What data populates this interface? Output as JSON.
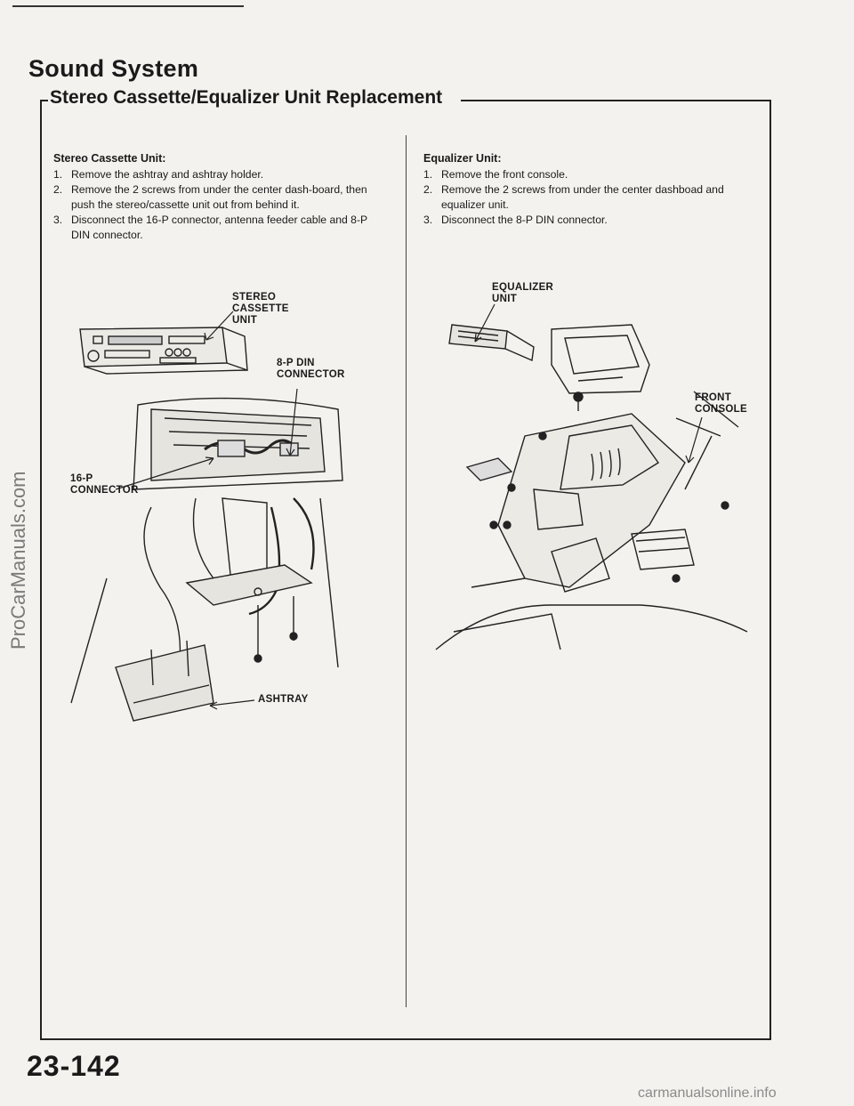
{
  "header": {
    "section_title": "Sound System",
    "procedure_title": "Stereo Cassette/Equalizer Unit Replacement"
  },
  "left_column": {
    "heading": "Stereo Cassette Unit:",
    "steps": [
      {
        "num": "1.",
        "text": "Remove the ashtray and ashtray holder."
      },
      {
        "num": "2.",
        "text": "Remove the 2 screws from under the center dash-board, then push the stereo/cassette unit out from behind it."
      },
      {
        "num": "3.",
        "text": "Disconnect the 16-P connector, antenna feeder cable and 8-P DIN connector."
      }
    ],
    "callouts": {
      "stereo_cassette_unit": "STEREO\nCASSETTE\nUNIT",
      "din_connector": "8-P DIN\nCONNECTOR",
      "sixteen_p_connector": "16-P\nCONNECTOR",
      "ashtray": "ASHTRAY"
    }
  },
  "right_column": {
    "heading": "Equalizer Unit:",
    "steps": [
      {
        "num": "1.",
        "text": "Remove the front console."
      },
      {
        "num": "2.",
        "text": "Remove the 2 screws from under the center dashboad and equalizer unit."
      },
      {
        "num": "3.",
        "text": "Disconnect the 8-P DIN connector."
      }
    ],
    "callouts": {
      "equalizer_unit": "EQUALIZER\nUNIT",
      "front_console": "FRONT\nCONSOLE"
    }
  },
  "footer": {
    "page_number": "23-142"
  },
  "watermarks": {
    "side": "ProCarManuals.com",
    "bottom": "carmanualsonline.info"
  }
}
